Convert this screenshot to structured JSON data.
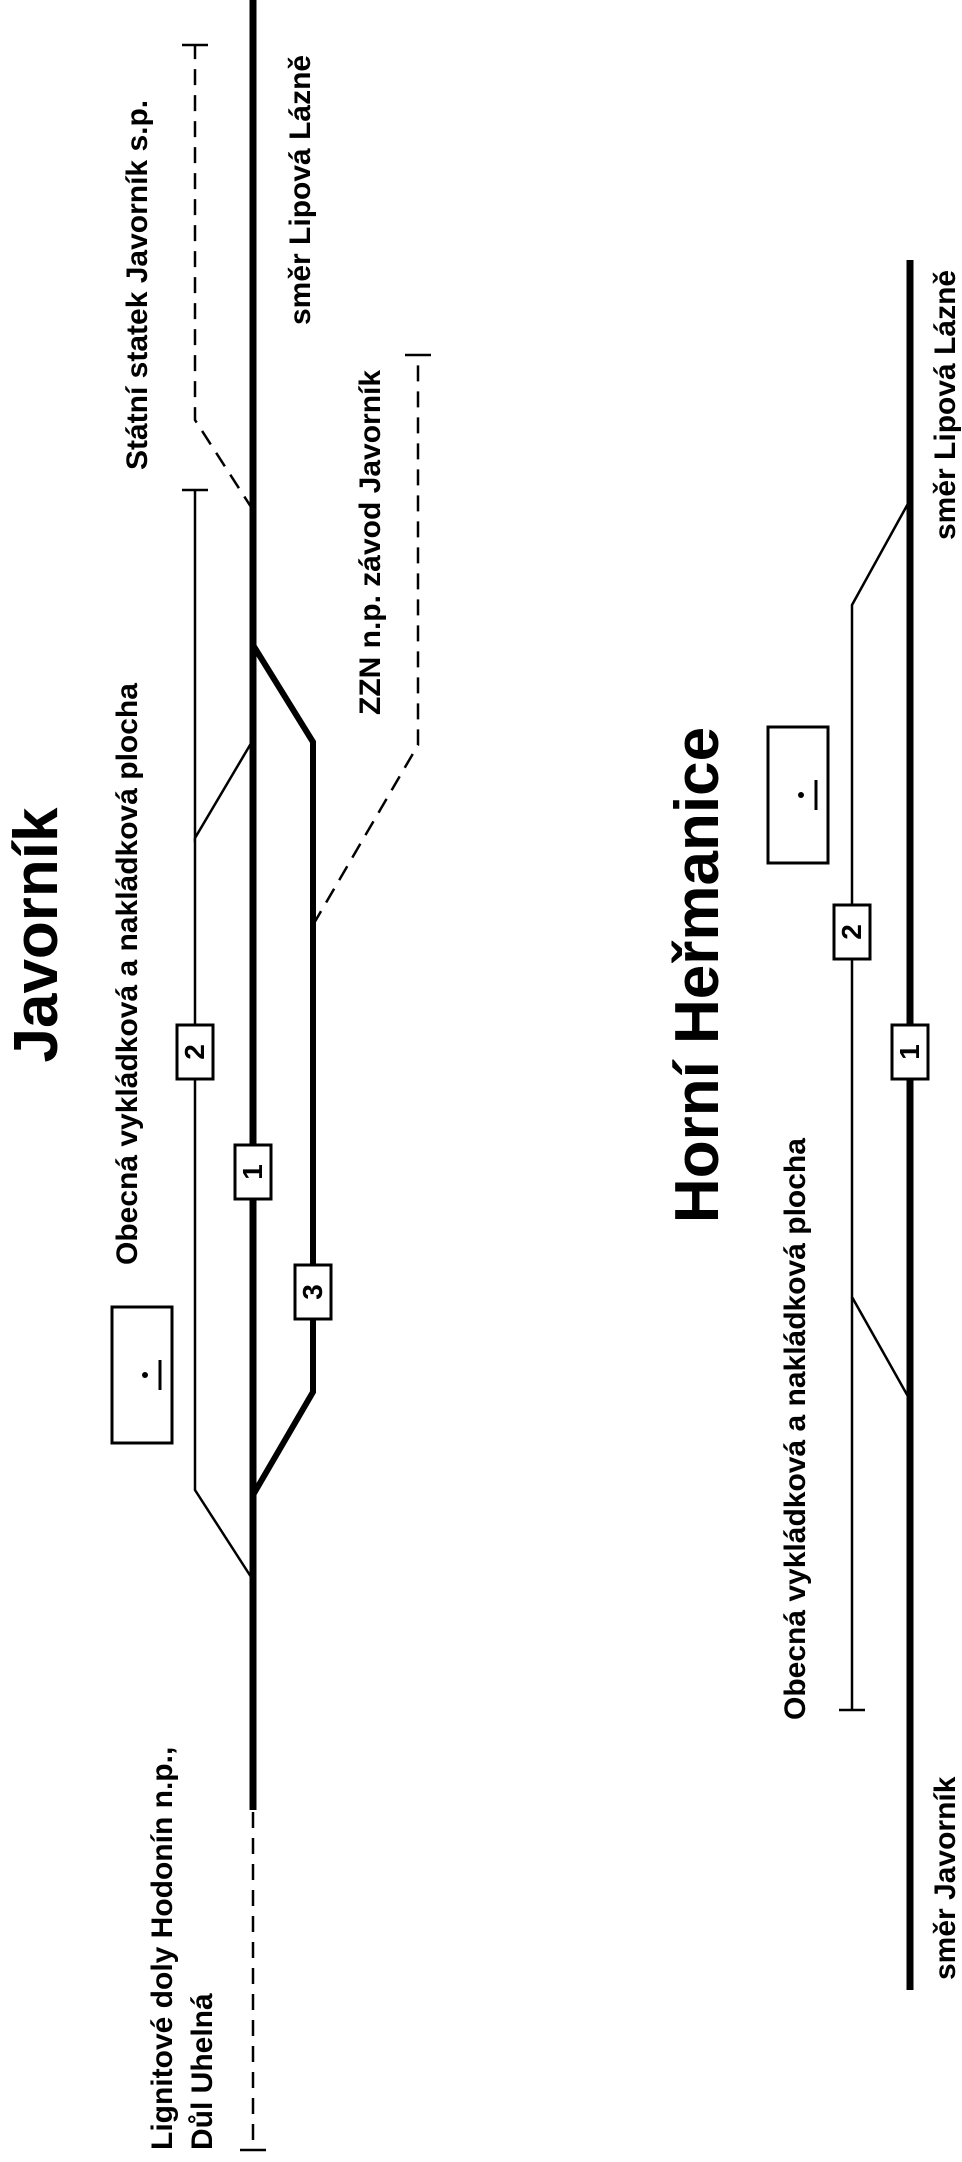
{
  "javornik": {
    "title": "Javorník",
    "label_statni_statek": "Státní statek Javorník s.p.",
    "label_smer_lipova": "směr Lipová Lázně",
    "label_plocha": "Obecná vykládková a nakládková plocha",
    "label_zzn": "ZZN n.p. závod Javorník",
    "label_lignitove_1": "Lignitové doly Hodonín n.p.,",
    "label_lignitove_2": "Důl Uhelná",
    "track_1": "1",
    "track_2": "2",
    "track_3": "3"
  },
  "horni_hermanice": {
    "title": "Horní Heřmanice",
    "label_smer_lipova": "směr Lipová Lázně",
    "label_smer_javornik": "směr Javorník",
    "label_plocha": "Obecná vykládková a nakládková plocha",
    "track_1": "1",
    "track_2": "2"
  },
  "colors": {
    "line": "#000000",
    "background": "#ffffff"
  },
  "icons": [
    "ramp-symbol-icon"
  ]
}
